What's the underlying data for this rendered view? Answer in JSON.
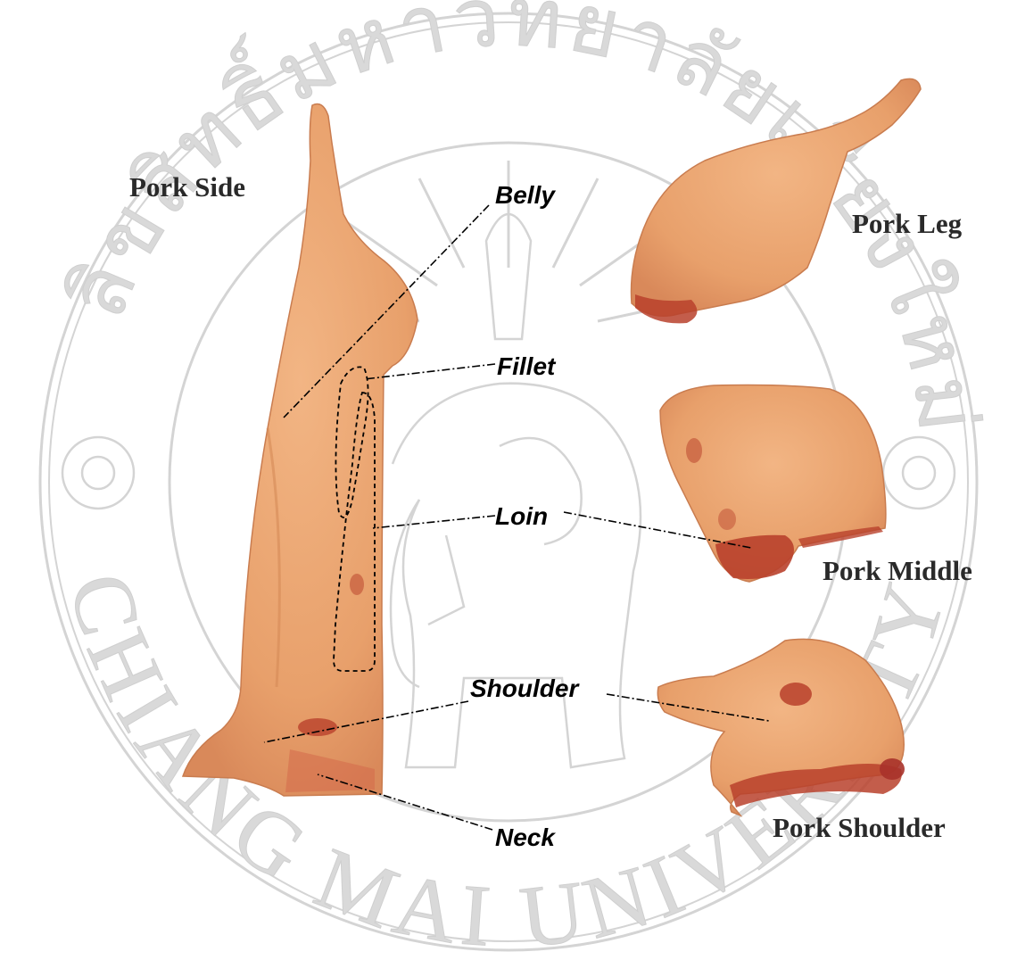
{
  "watermark": {
    "top_text": "ลิขสิทธิ์มหาวิทยาลัยเชียงใหม่",
    "bottom_text": "CHIANG MAI UNIVERSITY",
    "kind": "university seal watermark",
    "color": "#d9d9d9"
  },
  "captions": {
    "pork_side": "Pork Side",
    "pork_leg": "Pork Leg",
    "pork_middle": "Pork Middle",
    "pork_shoulder": "Pork Shoulder"
  },
  "labels": {
    "belly": "Belly",
    "fillet": "Fillet",
    "loin": "Loin",
    "shoulder": "Shoulder",
    "neck": "Neck"
  },
  "colors": {
    "meat": "#e9a06a",
    "meat_shade": "#d98a55",
    "meat_red": "#b9412c",
    "leader_line": "#000000"
  }
}
